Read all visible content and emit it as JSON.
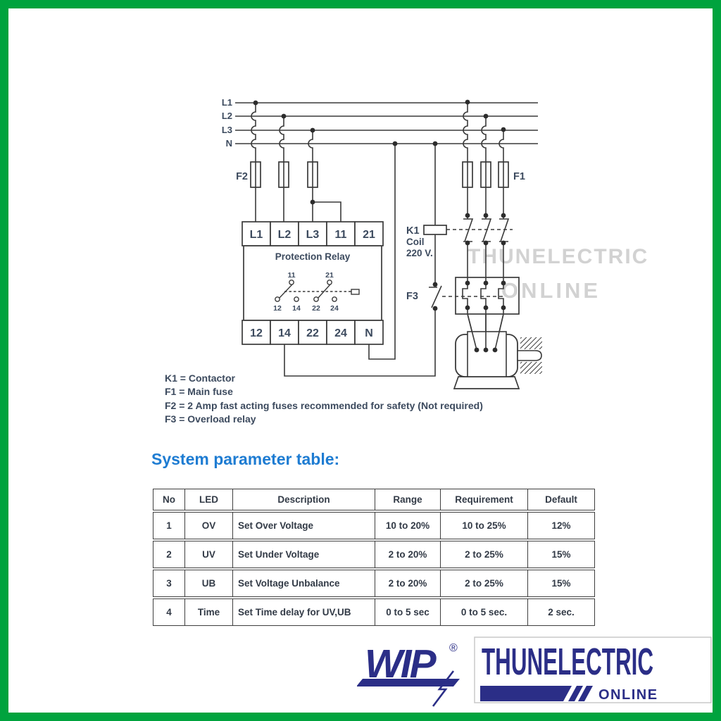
{
  "colors": {
    "frame_green": "#00a33e",
    "brand_navy": "#2b2e87",
    "heading_blue": "#1e7cd2",
    "wire": "#3a3a3a",
    "label": "#3c4a5e",
    "watermark_gray": "#d2d2d2"
  },
  "diagram": {
    "bus_labels": [
      "L1",
      "L2",
      "L3",
      "N"
    ],
    "fuse_group_left": "F2",
    "fuse_group_right": "F1",
    "contactor": "K1",
    "coil": "Coil",
    "coil_voltage": "220 V.",
    "overload": "F3",
    "relay_title": "Protection Relay",
    "top_terminals": [
      "L1",
      "L2",
      "L3",
      "11",
      "21"
    ],
    "bottom_terminals": [
      "12",
      "14",
      "22",
      "24",
      "N"
    ],
    "contact_top_labels": [
      "11",
      "21"
    ],
    "contact_bottom_labels": [
      "12",
      "14",
      "22",
      "24"
    ]
  },
  "watermark": {
    "line1": "THUNELECTRIC",
    "line2": "ONLINE"
  },
  "legend": {
    "items": [
      "K1 = Contactor",
      "F1 = Main fuse",
      "F2 = 2 Amp fast acting fuses recommended for safety (Not required)",
      "F3 = Overload relay"
    ]
  },
  "section": {
    "title": "System parameter table:"
  },
  "table": {
    "headers": [
      "No",
      "LED",
      "Description",
      "Range",
      "Requirement",
      "Default"
    ],
    "rows": [
      [
        "1",
        "OV",
        "Set Over Voltage",
        "10 to 20%",
        "10 to 25%",
        "12%"
      ],
      [
        "2",
        "UV",
        "Set Under Voltage",
        "2 to 20%",
        "2 to 25%",
        "15%"
      ],
      [
        "3",
        "UB",
        "Set Voltage Unbalance",
        "2 to 20%",
        "2 to 25%",
        "15%"
      ],
      [
        "4",
        "Time",
        "Set Time delay for UV,UB",
        "0 to 5 sec",
        "0 to 5 sec.",
        "2 sec."
      ]
    ]
  },
  "branding": {
    "wip": "WIP",
    "registered": "®",
    "store": "THUNELECTRIC",
    "store_sub": "ONLINE"
  }
}
